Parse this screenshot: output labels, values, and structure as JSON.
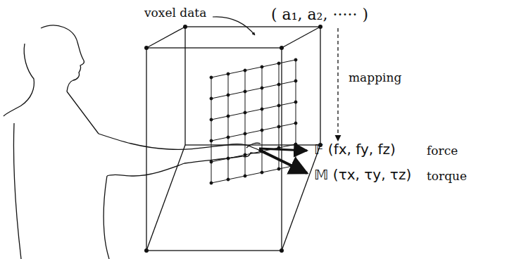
{
  "diagram": {
    "labels": [
      "voxel data",
      "( a₁, a₂, ····· )",
      "mapping",
      "𝔽 (fx, fy, fz)",
      "force",
      "𝕄 (τx, τy, τz)",
      "torque"
    ]
  }
}
